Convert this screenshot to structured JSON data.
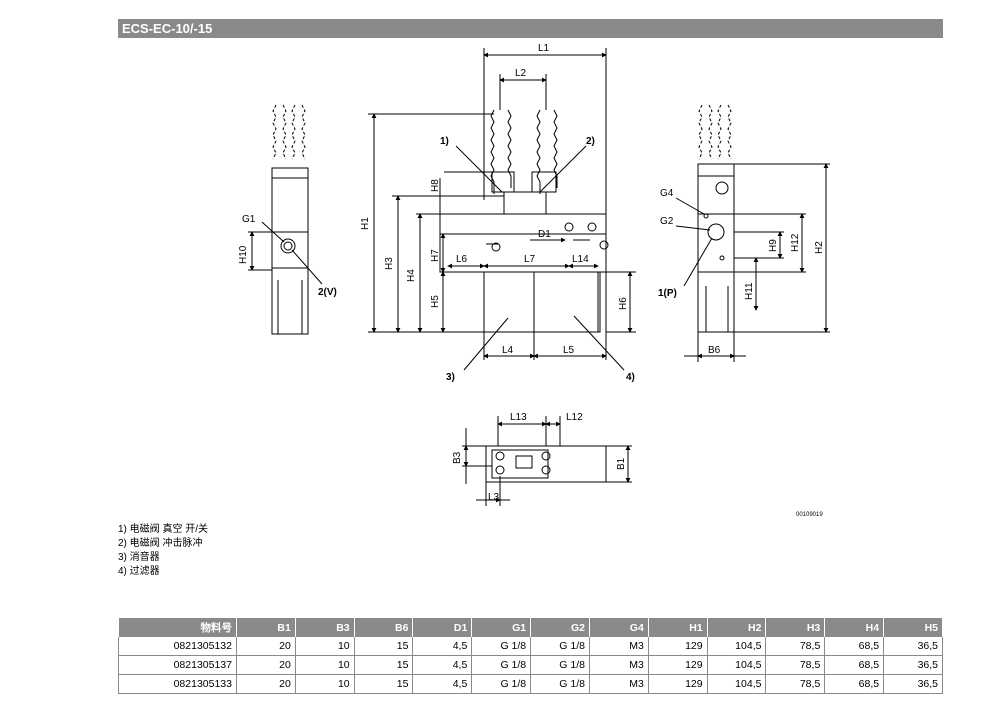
{
  "header": {
    "title": "ECS-EC-10/-15"
  },
  "drawing": {
    "labels": {
      "L1": "L1",
      "L2": "L2",
      "L3": "L3",
      "L4": "L4",
      "L5": "L5",
      "L6": "L6",
      "L7": "L7",
      "L12": "L12",
      "L13": "L13",
      "L14": "L14",
      "H1": "H1",
      "H2": "H2",
      "H3": "H3",
      "H4": "H4",
      "H5": "H5",
      "H6": "H6",
      "H7": "H7",
      "H8": "H8",
      "H9": "H9",
      "H10": "H10",
      "H11": "H11",
      "H12": "H12",
      "B1": "B1",
      "B3": "B3",
      "B6": "B6",
      "D1": "D1",
      "G1": "G1",
      "G2": "G2",
      "G4": "G4",
      "c1": "1)",
      "c2": "2)",
      "c3": "3)",
      "c4": "4)",
      "c2V": "2(V)",
      "c1P": "1(P)"
    },
    "drawing_number": "00109019"
  },
  "notes": [
    "1) 电磁阀 真空 开/关",
    "2) 电磁阀 冲击脉冲",
    "3) 消音器",
    "4) 过滤器"
  ],
  "table": {
    "headers": [
      "物料号",
      "B1",
      "B3",
      "B6",
      "D1",
      "G1",
      "G2",
      "G4",
      "H1",
      "H2",
      "H3",
      "H4",
      "H5"
    ],
    "rows": [
      [
        "0821305132",
        "20",
        "10",
        "15",
        "4,5",
        "G 1/8",
        "G 1/8",
        "M3",
        "129",
        "104,5",
        "78,5",
        "68,5",
        "36,5"
      ],
      [
        "0821305137",
        "20",
        "10",
        "15",
        "4,5",
        "G 1/8",
        "G 1/8",
        "M3",
        "129",
        "104,5",
        "78,5",
        "68,5",
        "36,5"
      ],
      [
        "0821305133",
        "20",
        "10",
        "15",
        "4,5",
        "G 1/8",
        "G 1/8",
        "M3",
        "129",
        "104,5",
        "78,5",
        "68,5",
        "36,5"
      ]
    ]
  }
}
